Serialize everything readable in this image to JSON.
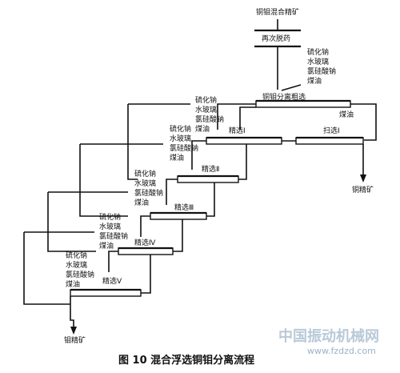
{
  "feed": "铜钼混合精矿",
  "pretreatment": "再次脱药",
  "reagents": [
    [
      "硫化钠",
      "水玻璃",
      "氯硅酸钠",
      "煤油"
    ],
    [
      "硫化钠",
      "水玻璃",
      "氯硅酸钠",
      "煤油"
    ],
    [
      "硫化钠",
      "水玻璃",
      "氯硅酸钠",
      "煤油"
    ],
    [
      "硫化钠",
      "水玻璃",
      "氯硅酸钠",
      "煤油"
    ],
    [
      "硫化钠",
      "水玻璃",
      "氯硅酸钠",
      "煤油"
    ],
    [
      "硫化钠",
      "水玻璃",
      "氯硅酸钠",
      "煤油"
    ]
  ],
  "stages": {
    "rougher": "铜钼分离粗选",
    "scavenger_reagent": "煤油",
    "scavenger": "扫选Ⅰ",
    "cleaners": [
      "精选Ⅰ",
      "精选Ⅱ",
      "精选Ⅲ",
      "精选Ⅳ",
      "精选Ⅴ"
    ]
  },
  "products": {
    "copper": "铜精矿",
    "molybdenum": "钼精矿"
  },
  "caption": "图 10   混合浮选铜钼分离流程",
  "watermark": {
    "cn": "中国振动机械网",
    "url": "www.fzdzd.com"
  }
}
